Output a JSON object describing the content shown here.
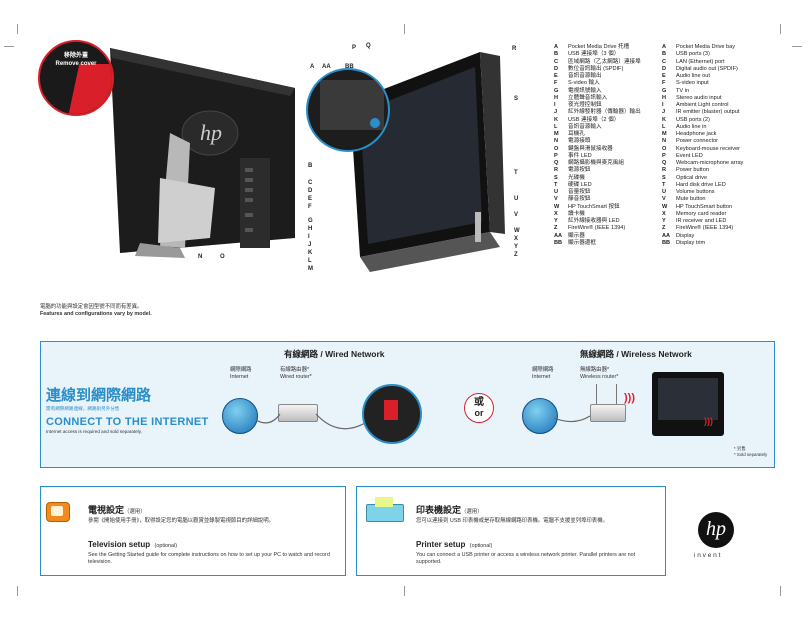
{
  "colors": {
    "accent": "#2a8fc9",
    "remove_red": "#d9202a",
    "panel_bg": "#e9f3fa"
  },
  "remove_cover": {
    "zh": "移除外蓋",
    "en": "Remove cover"
  },
  "callouts": {
    "A": "A",
    "AA": "AA",
    "BB": "BB",
    "P": "P",
    "Q": "Q",
    "R": "R",
    "S": "S",
    "T": "T",
    "U": "U",
    "V": "V",
    "W": "W",
    "X": "X",
    "Y": "Y",
    "Z": "Z",
    "B": "B",
    "C": "C",
    "D": "D",
    "E": "E",
    "F": "F",
    "G": "G",
    "H": "H",
    "I": "I",
    "J": "J",
    "K": "K",
    "L": "L",
    "M": "M",
    "N": "N",
    "O": "O"
  },
  "parts_zh": [
    {
      "k": "A",
      "v": "Pocket Media Drive 托槽"
    },
    {
      "k": "B",
      "v": "USB 連接埠（3 個）"
    },
    {
      "k": "C",
      "v": "區域網路（乙太網路）連接埠"
    },
    {
      "k": "D",
      "v": "數位音訊輸出 (SPDIF)"
    },
    {
      "k": "E",
      "v": "音訊音源輸出"
    },
    {
      "k": "F",
      "v": "S-video 輸入"
    },
    {
      "k": "G",
      "v": "電視訊號輸入"
    },
    {
      "k": "H",
      "v": "立體聲音訊輸入"
    },
    {
      "k": "I",
      "v": "夜光燈控制鈕"
    },
    {
      "k": "J",
      "v": "紅外線發射器（傳輸器）輸出"
    },
    {
      "k": "K",
      "v": "USB 連接埠（2 個）"
    },
    {
      "k": "L",
      "v": "音訊音源輸入"
    },
    {
      "k": "M",
      "v": "耳機孔"
    },
    {
      "k": "N",
      "v": "電源接頭"
    },
    {
      "k": "O",
      "v": "鍵盤與滑鼠接收器"
    },
    {
      "k": "P",
      "v": "事件 LED"
    },
    {
      "k": "Q",
      "v": "網路攝影機與麥克風組"
    },
    {
      "k": "R",
      "v": "電源按鈕"
    },
    {
      "k": "S",
      "v": "光碟機"
    },
    {
      "k": "T",
      "v": "硬碟 LED"
    },
    {
      "k": "U",
      "v": "音量按鈕"
    },
    {
      "k": "V",
      "v": "靜音按鈕"
    },
    {
      "k": "W",
      "v": "HP TouchSmart 按鈕"
    },
    {
      "k": "X",
      "v": "讀卡機"
    },
    {
      "k": "Y",
      "v": "紅外線接收器與 LED"
    },
    {
      "k": "Z",
      "v": "FireWire® (IEEE 1394)"
    },
    {
      "k": "AA",
      "v": "顯示器"
    },
    {
      "k": "BB",
      "v": "顯示器邊框"
    }
  ],
  "parts_en": [
    {
      "k": "A",
      "v": "Pocket Media Drive bay"
    },
    {
      "k": "B",
      "v": "USB ports (3)"
    },
    {
      "k": "C",
      "v": "LAN (Ethernet) port"
    },
    {
      "k": "D",
      "v": "Digital audio out (SPDIF)"
    },
    {
      "k": "E",
      "v": "Audio line out"
    },
    {
      "k": "F",
      "v": "S-video input"
    },
    {
      "k": "G",
      "v": "TV in"
    },
    {
      "k": "H",
      "v": "Stereo audio input"
    },
    {
      "k": "I",
      "v": "Ambient Light control"
    },
    {
      "k": "J",
      "v": "IR emitter (blaster) output"
    },
    {
      "k": "K",
      "v": "USB ports (2)"
    },
    {
      "k": "L",
      "v": "Audio line in"
    },
    {
      "k": "M",
      "v": "Headphone jack"
    },
    {
      "k": "N",
      "v": "Power connector"
    },
    {
      "k": "O",
      "v": "Keyboard-mouse receiver"
    },
    {
      "k": "P",
      "v": "Event LED"
    },
    {
      "k": "Q",
      "v": "Webcam-microphone array"
    },
    {
      "k": "R",
      "v": "Power button"
    },
    {
      "k": "S",
      "v": "Optical drive"
    },
    {
      "k": "T",
      "v": "Hard disk drive LED"
    },
    {
      "k": "U",
      "v": "Volume buttons"
    },
    {
      "k": "V",
      "v": "Mute button"
    },
    {
      "k": "W",
      "v": "HP TouchSmart button"
    },
    {
      "k": "X",
      "v": "Memory card reader"
    },
    {
      "k": "Y",
      "v": "IR receiver and LED"
    },
    {
      "k": "Z",
      "v": "FireWire® (IEEE 1394)"
    },
    {
      "k": "AA",
      "v": "Display"
    },
    {
      "k": "BB",
      "v": "Display trim"
    }
  ],
  "features_note": {
    "zh": "電腦的功能與設定會因型號不同而有差異。",
    "en": "Features and configurations vary by model."
  },
  "connect": {
    "title_zh": "連線到網際網路",
    "sub_zh": "需有網際網路連線，網路則另外分售",
    "title_en": "CONNECT TO THE INTERNET",
    "sub_en": "Internet access is required and sold separately.",
    "wired_title": "有線網路 / Wired Network",
    "wireless_title": "無線網路 / Wireless Network",
    "internet_zh": "網際網路",
    "internet_en": "Internet",
    "wired_router_zh": "有線路由器*",
    "wired_router_en": "Wired router*",
    "wireless_router_zh": "無線路由器*",
    "wireless_router_en": "Wireless router*",
    "or_zh": "或",
    "or_en": "or",
    "footnote_zh": "* 另售",
    "footnote_en": "* Sold separately"
  },
  "tv": {
    "title_zh": "電視設定",
    "optional_zh": "（選用）",
    "body_zh": "參閱《開始使用手冊》，取得設定您的電腦以觀賞並錄製電視節目的詳細說明。",
    "title_en": "Television setup",
    "optional_en": "(optional)",
    "body_en_1": "See the Getting Started guide for complete instructions on how to set up your PC to watch and record",
    "body_en_2": "television."
  },
  "printer": {
    "title_zh": "印表機設定",
    "optional_zh": "（選用）",
    "body_zh": "您可以連接到 USB 印表機或是存取無線網路印表機。電腦不支援並列埠印表機。",
    "title_en": "Printer setup",
    "optional_en": "(optional)",
    "body_en_1": "You can connect a USB printer or access a wireless network printer. Parallel printers are not",
    "body_en_2": "supported."
  },
  "hp": {
    "logo": "hp",
    "tagline": "i n v e n t"
  }
}
